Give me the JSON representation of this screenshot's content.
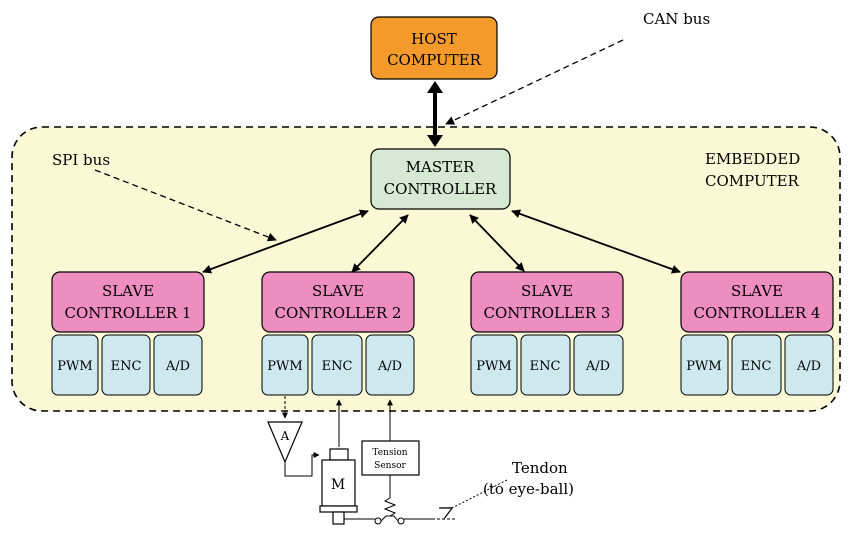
{
  "host": {
    "line1": "HOST",
    "line2": "COMPUTER"
  },
  "labels": {
    "can_bus": "CAN bus",
    "spi_bus": "SPI bus",
    "embedded_line1": "EMBEDDED",
    "embedded_line2": "COMPUTER"
  },
  "master": {
    "line1": "MASTER",
    "line2": "CONTROLLER"
  },
  "slaves": [
    {
      "line1": "SLAVE",
      "line2": "CONTROLLER 1"
    },
    {
      "line1": "SLAVE",
      "line2": "CONTROLLER 2"
    },
    {
      "line1": "SLAVE",
      "line2": "CONTROLLER 3"
    },
    {
      "line1": "SLAVE",
      "line2": "CONTROLLER 4"
    }
  ],
  "modules": [
    "PWM",
    "ENC",
    "A/D"
  ],
  "circuit": {
    "amplifier": "A",
    "motor": "M",
    "sensor_line1": "Tension",
    "sensor_line2": "Sensor",
    "tendon_line1": "Tendon",
    "tendon_line2": "(to eye-ball)"
  },
  "colors": {
    "host": "#f39a2a",
    "master": "#d6ead3",
    "slave": "#ee8ec0",
    "module": "#cde9ee",
    "embedded_bg": "#fbf8d6"
  }
}
